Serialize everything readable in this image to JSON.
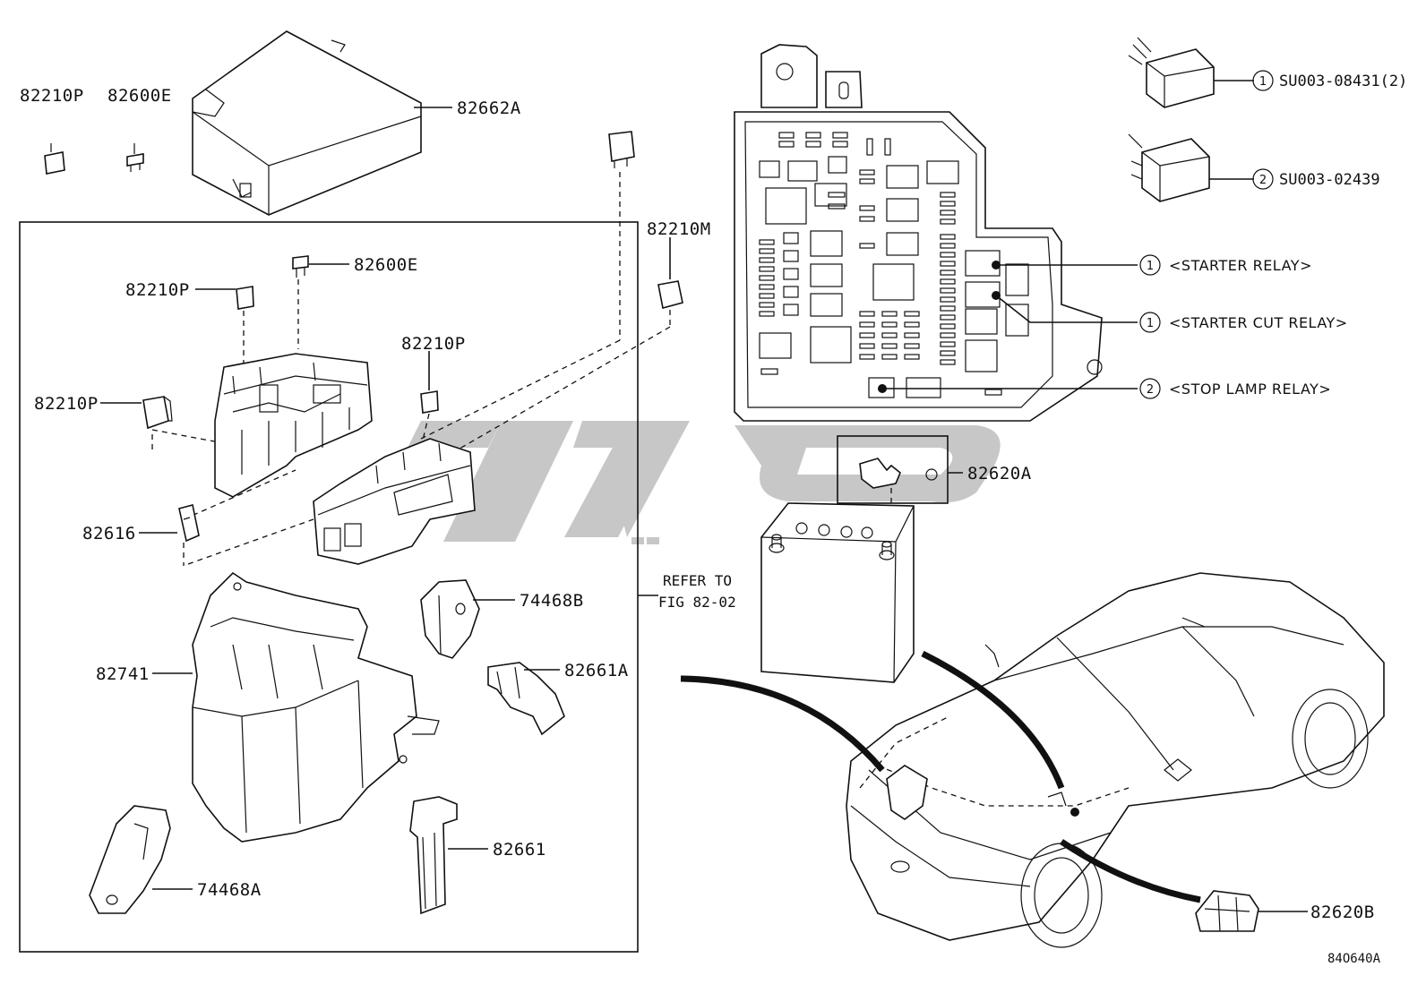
{
  "diagram": {
    "part_labels": {
      "p82210P_top": "82210P",
      "p82600E_top": "82600E",
      "p82662A": "82662A",
      "p82600E_mid": "82600E",
      "p82210P_a": "82210P",
      "p82210P_b": "82210P",
      "p82210P_c": "82210P",
      "p82210M": "82210M",
      "p82616": "82616",
      "p74468B": "74468B",
      "p82661A": "82661A",
      "p82741": "82741",
      "p82661": "82661",
      "p74468A": "74468A",
      "p82620A": "82620A",
      "p82620B": "82620B"
    },
    "refer_note": {
      "line1": "REFER TO",
      "line2": "FIG 82-02"
    },
    "relays": [
      {
        "num": "1",
        "label": "<STARTER RELAY>"
      },
      {
        "num": "1",
        "label": "<STARTER CUT RELAY>"
      },
      {
        "num": "2",
        "label": "<STOP LAMP RELAY>"
      }
    ],
    "relay_parts": [
      {
        "num": "1",
        "code": "SU003-08431(2)"
      },
      {
        "num": "2",
        "code": "SU003-02439"
      }
    ],
    "figure_code": "84O640A"
  }
}
